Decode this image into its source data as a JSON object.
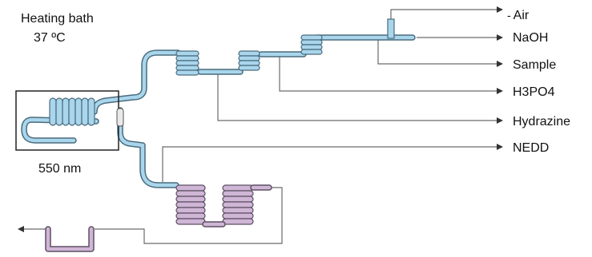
{
  "labels": {
    "heating_bath_line1": "Heating bath",
    "heating_bath_line2": "37 ºC",
    "detector": "550 nm",
    "air": "Air",
    "naoh": "NaOH",
    "sample": "Sample",
    "h3po4": "H3PO4",
    "hydrazine": "Hydrazine",
    "nedd": "NEDD"
  },
  "colors": {
    "tube_blue": "#a9d6ec",
    "tube_purple": "#cfb6d6",
    "line": "#6b6b6b"
  }
}
